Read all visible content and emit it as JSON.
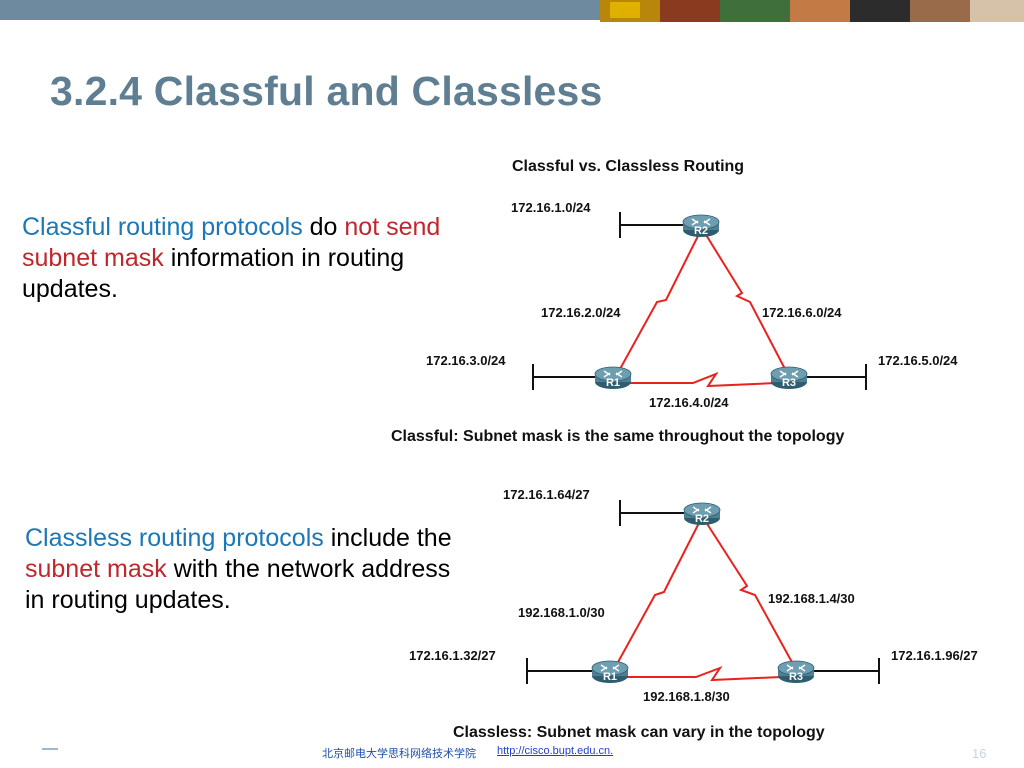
{
  "slide": {
    "title": "3.2.4 Classful and Classless",
    "page_number": "16",
    "footer_text": "北京邮电大学思科网络技术学院",
    "footer_link": "http://cisco.bupt.edu.cn."
  },
  "bullet1": {
    "p1": "Classful routing protocols",
    "p2": " do ",
    "p3": "not send subnet mask",
    "p4": " information in routing updates."
  },
  "bullet2": {
    "p1": "Classless routing protocols",
    "p2": " include the ",
    "p3": "subnet mask",
    "p4": " with the network address in routing updates."
  },
  "diagram1": {
    "heading": "Classful vs. Classless Routing",
    "net_r2": "172.16.1.0/24",
    "net_r1_r2": "172.16.2.0/24",
    "net_r2_r3": "172.16.6.0/24",
    "net_r1": "172.16.3.0/24",
    "net_r3": "172.16.5.0/24",
    "net_r1_r3": "172.16.4.0/24",
    "caption": "Classful: Subnet mask is the same throughout the topology",
    "routers": [
      "R1",
      "R2",
      "R3"
    ]
  },
  "diagram2": {
    "net_r2": "172.16.1.64/27",
    "net_r1_r2": "192.168.1.0/30",
    "net_r2_r3": "192.168.1.4/30",
    "net_r1": "172.16.1.32/27",
    "net_r3": "172.16.1.96/27",
    "net_r1_r3": "192.168.1.8/30",
    "caption": "Classless: Subnet mask can vary in the topology",
    "routers": [
      "R1",
      "R2",
      "R3"
    ]
  },
  "colors": {
    "title": "#5f7e92",
    "topbar": "#6e8a9e",
    "highlight_blue": "#1b77b5",
    "highlight_red": "#c0272d",
    "serial_link": "#e8231f",
    "router_body": "#4e7f92"
  },
  "icons": {
    "router": "router-icon",
    "serial_link": "serial-lightning-link",
    "lan_segment": "ethernet-segment"
  }
}
